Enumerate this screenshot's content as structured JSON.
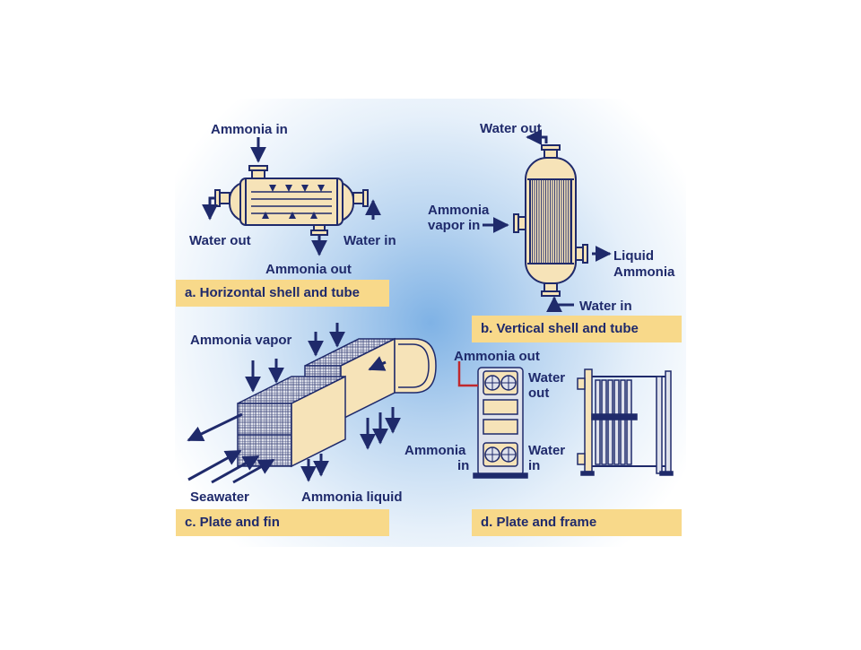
{
  "panels": {
    "a": {
      "caption": "a. Horizontal shell and tube",
      "labels": {
        "ammonia_in": "Ammonia in",
        "water_out": "Water out",
        "water_in": "Water in",
        "ammonia_out": "Ammonia out"
      }
    },
    "b": {
      "caption": "b. Vertical shell and tube",
      "labels": {
        "water_out": "Water out",
        "ammonia_vapor_in_1": "Ammonia",
        "ammonia_vapor_in_2": "vapor in",
        "liquid_ammonia_1": "Liquid",
        "liquid_ammonia_2": "Ammonia",
        "water_in": "Water in"
      }
    },
    "c": {
      "caption": "c. Plate and fin",
      "labels": {
        "ammonia_vapor": "Ammonia vapor",
        "seawater": "Seawater",
        "ammonia_liquid": "Ammonia liquid"
      }
    },
    "d": {
      "caption": "d. Plate and frame",
      "labels": {
        "ammonia_out": "Ammonia out",
        "water_out_1": "Water",
        "water_out_2": "out",
        "ammonia_in_1": "Ammonia",
        "ammonia_in_2": "in",
        "water_in_1": "Water",
        "water_in_2": "in"
      }
    }
  },
  "colors": {
    "ink": "#1f2a6b",
    "shell": "#f6e3b8",
    "caption_bg": "#f8d98a",
    "glow": "#7fb2e5",
    "red_line": "#c0282d"
  }
}
